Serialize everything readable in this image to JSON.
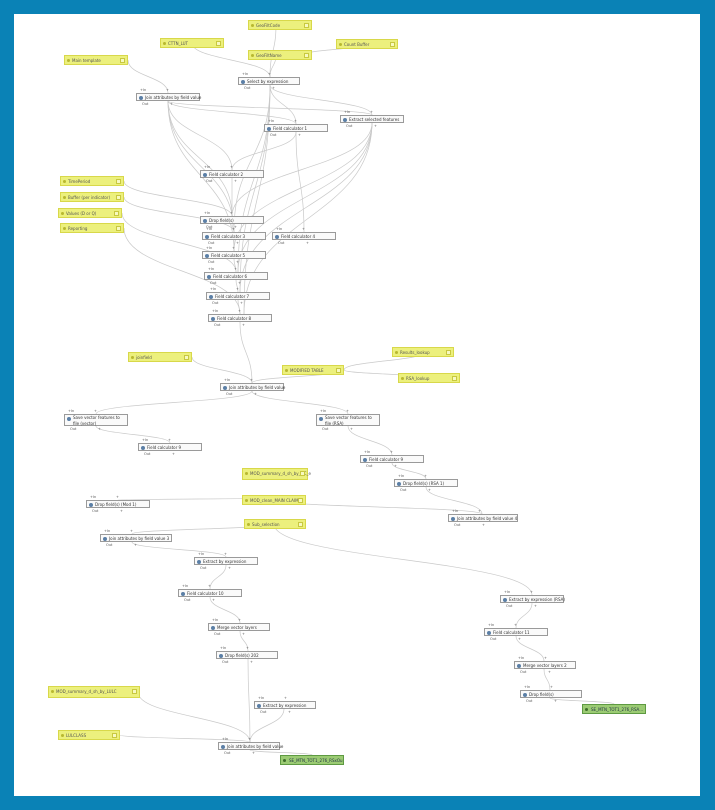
{
  "inputs": [
    {
      "id": "in-geofilt",
      "label": "GeoFiltCode"
    },
    {
      "id": "in-cttn",
      "label": "CTTN_LUT"
    },
    {
      "id": "in-geoname",
      "label": "GeoFiltName"
    },
    {
      "id": "in-count",
      "label": "Count Buffer"
    },
    {
      "id": "in-mainmod",
      "label": "Main template"
    },
    {
      "id": "in-timeperiod",
      "label": "TimePeriod"
    },
    {
      "id": "in-buffer",
      "label": "Buffer (per indicator)"
    },
    {
      "id": "in-values",
      "label": "Values (D or Q)"
    },
    {
      "id": "in-reporting",
      "label": "Reporting"
    },
    {
      "id": "in-joinfield",
      "label": "joinfield"
    },
    {
      "id": "in-model",
      "label": "MODIFIED TABLE"
    },
    {
      "id": "in-results",
      "label": "Results_lookup"
    },
    {
      "id": "in-rsa",
      "label": "RSA_lookup"
    },
    {
      "id": "in-mod-summary",
      "label": "MOD_summary_d_sh_by_OC_e"
    },
    {
      "id": "in-mod-clean",
      "label": "MOD_clean_MAIN CLAIMS"
    },
    {
      "id": "in-sub",
      "label": "Sub_selection"
    },
    {
      "id": "in-mod-summary2",
      "label": "MOD_summary_d_sh_by_LULC"
    },
    {
      "id": "in-lulc",
      "label": "LULCLASS"
    }
  ],
  "algorithms": [
    {
      "id": "n-select",
      "label": "Select by expression"
    },
    {
      "id": "n-join1",
      "label": "Join attributes by field value"
    },
    {
      "id": "n-fc1",
      "label": "Field calculator 1"
    },
    {
      "id": "n-extract",
      "label": "Extract selected features"
    },
    {
      "id": "n-fc2",
      "label": "Field calculator 2"
    },
    {
      "id": "n-drop1",
      "label": "Drop field(s)"
    },
    {
      "id": "n-fc3",
      "label": "Field calculator 3"
    },
    {
      "id": "n-fc4",
      "label": "Field calculator 4"
    },
    {
      "id": "n-fc5",
      "label": "Field calculator 5"
    },
    {
      "id": "n-fc6",
      "label": "Field calculator 6"
    },
    {
      "id": "n-fc7",
      "label": "Field calculator 7"
    },
    {
      "id": "n-fc8",
      "label": "Field calculator 8"
    },
    {
      "id": "n-join2",
      "label": "Join attributes by field value"
    },
    {
      "id": "n-save1",
      "label": "Save vector features to file (vector)"
    },
    {
      "id": "n-save2",
      "label": "Save vector features to file (RSA)"
    },
    {
      "id": "n-fc9",
      "label": "Field calculator 9"
    },
    {
      "id": "n-fc10",
      "label": "Field calculator 9"
    },
    {
      "id": "n-drop-rsa",
      "label": "Drop field(s) (RSA 1)"
    },
    {
      "id": "n-drop-mod",
      "label": "Drop field(s) (Mod 1)"
    },
    {
      "id": "n-join3",
      "label": "Join attributes by field value 3"
    },
    {
      "id": "n-join4",
      "label": "Join attributes by field value 4"
    },
    {
      "id": "n-extract2",
      "label": "Extract by expression"
    },
    {
      "id": "n-fc-10",
      "label": "Field calculator 10"
    },
    {
      "id": "n-merge1",
      "label": "Merge vector layers"
    },
    {
      "id": "n-drop-202",
      "label": "Drop field(s) 202"
    },
    {
      "id": "n-extract-rsa",
      "label": "Extract by expression (RSA)"
    },
    {
      "id": "n-fc-11",
      "label": "Field calculator 11"
    },
    {
      "id": "n-merge2",
      "label": "Merge vector layers 2"
    },
    {
      "id": "n-drop-last",
      "label": "Drop field(s)"
    },
    {
      "id": "n-extract3",
      "label": "Extract by expression"
    },
    {
      "id": "n-join-final",
      "label": "Join attributes by field value"
    }
  ],
  "outputs": [
    {
      "id": "out-1",
      "label": "SE_MTN_TOT1_276_RSA..."
    },
    {
      "id": "out-2",
      "label": "SE_MTN_TOT1_276_RSxOu"
    }
  ],
  "port_labels": {
    "in": "In",
    "out": "Out",
    "plus": "+"
  }
}
